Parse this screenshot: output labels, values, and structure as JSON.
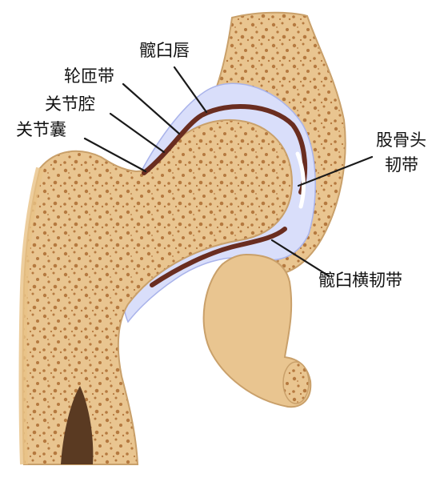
{
  "labels": {
    "acetabular_labrum": "髋臼唇",
    "zona_orbicularis": "轮匝带",
    "joint_cavity": "关节腔",
    "joint_capsule": "关节囊",
    "ligament_head_line1": "股骨头",
    "ligament_head_line2": "韧带",
    "transverse_acetabular_ligament": "髋臼横韧带"
  },
  "colors": {
    "bone_tan": "#e9c590",
    "bone_outline": "#c9a06a",
    "bone_speckle": "#b5793f",
    "cartilage": "#d9defa",
    "cavity_line": "#6a2d20",
    "marrow_dark": "#5a3a22",
    "leader": "#1a1a1a"
  }
}
